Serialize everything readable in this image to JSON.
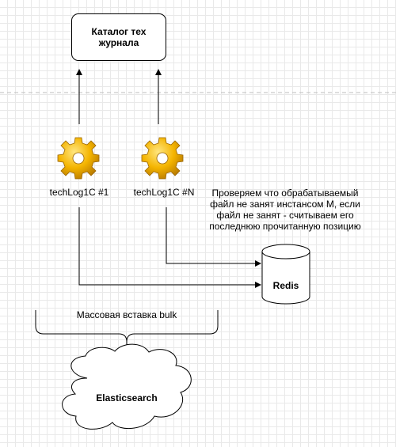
{
  "catalog": {
    "label": "Каталог тех журнала"
  },
  "instances": [
    {
      "label": "techLog1C #1",
      "icon": "gear-icon"
    },
    {
      "label": "techLog1C #N",
      "icon": "gear-icon"
    }
  ],
  "note": {
    "line1": "Проверяем что обрабатываемый",
    "line2": "файл не занят инстансом М, если",
    "line3": "файл не занят - считываем его",
    "line4": "последнюю прочитанную позицию"
  },
  "redis": {
    "label": "Redis"
  },
  "bulk": {
    "label": "Массовая вставка bulk"
  },
  "elastic": {
    "label": "Elasticsearch"
  },
  "colors": {
    "gear": "#f4b400",
    "gear_dark": "#c98a00",
    "line": "#000000",
    "separator": "#bdbdbd"
  }
}
